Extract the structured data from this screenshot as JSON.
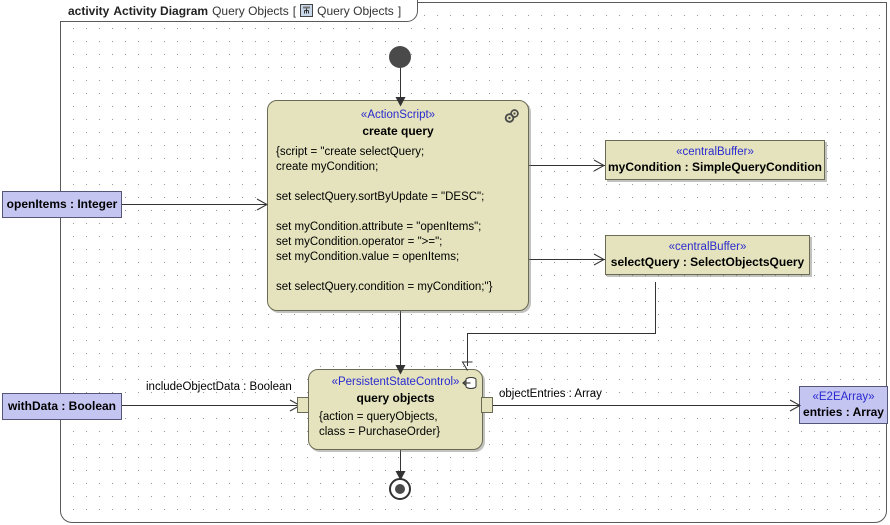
{
  "frame": {
    "keyword": "activity",
    "type_label": "Activity Diagram",
    "name": "Query Objects",
    "bracket_open": "[",
    "bracket_close": "]",
    "tagged_name": "Query Objects",
    "icon": "activity-diagram-icon"
  },
  "colors": {
    "action_fill": "#e4e3bd",
    "action_border": "#6b6b55",
    "param_fill": "#c5c5f2",
    "param_border": "#555577",
    "stereotype_text": "#2a2ad0",
    "edge": "#333333",
    "canvas": "#ffffff"
  },
  "nodes": {
    "initial": {
      "name": "initial-node",
      "label": ""
    },
    "final": {
      "name": "activity-final-node",
      "label": ""
    },
    "create_query": {
      "stereotype": "«ActionScript»",
      "name": "create query",
      "icon": "script-gears-icon",
      "body": "{script = \"create selectQuery;\ncreate myCondition;\n\nset selectQuery.sortByUpdate = \"DESC\";\n\nset myCondition.attribute = \"openItems\";\nset myCondition.operator = \">=\";\nset myCondition.value = openItems;\n\nset selectQuery.condition = myCondition;\"}"
    },
    "query_objects": {
      "stereotype": "«PersistentStateControl»",
      "name": "query objects",
      "icon": "persistent-state-icon",
      "body": "{action = queryObjects,\nclass = PurchaseOrder}"
    },
    "my_condition_buffer": {
      "stereotype": "«centralBuffer»",
      "name": "myCondition : SimpleQueryCondition"
    },
    "select_query_buffer": {
      "stereotype": "«centralBuffer»",
      "name": "selectQuery : SelectObjectsQuery"
    },
    "open_items_param": {
      "name": "openItems : Integer"
    },
    "with_data_param": {
      "name": "withData : Boolean"
    },
    "entries_param": {
      "stereotype": "«E2EArray»",
      "name": "entries : Array"
    }
  },
  "edge_labels": {
    "include_object_data": "includeObjectData : Boolean",
    "object_entries": "objectEntries : Array"
  }
}
